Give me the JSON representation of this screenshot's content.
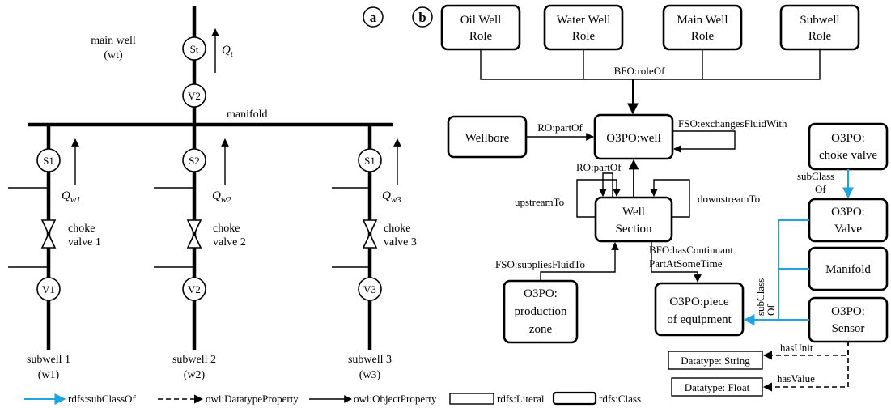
{
  "panel_a": {
    "badge": "a",
    "main_well": "main well",
    "main_well_id": "(wt)",
    "manifold": "manifold",
    "flow_main": "Q",
    "flow_main_sub": "t",
    "valve_top": "V2",
    "sensor_top": "St",
    "subwells": [
      {
        "sensor": "S1",
        "flow": "Q",
        "flow_sub": "w1",
        "choke_l1": "choke",
        "choke_l2": "valve 1",
        "valve": "V1",
        "name": "subwell 1",
        "id": "(w1)"
      },
      {
        "sensor": "S2",
        "flow": "Q",
        "flow_sub": "w2",
        "choke_l1": "choke",
        "choke_l2": "valve 2",
        "valve": "V2",
        "name": "subwell 2",
        "id": "(w2)"
      },
      {
        "sensor": "S1",
        "flow": "Q",
        "flow_sub": "w3",
        "choke_l1": "choke",
        "choke_l2": "valve 3",
        "valve": "V3",
        "name": "subwell 3",
        "id": "(w3)"
      }
    ]
  },
  "panel_b": {
    "badge": "b",
    "roles": [
      {
        "l1": "Oil Well",
        "l2": "Role"
      },
      {
        "l1": "Water  Well",
        "l2": "Role"
      },
      {
        "l1": "Main Well",
        "l2": "Role"
      },
      {
        "l1": "Subwell",
        "l2": "Role"
      }
    ],
    "edges": {
      "role_of": "BFO:roleOf",
      "part_of_1": "RO:partOf",
      "exchanges": "FSO:exchangesFluidWith",
      "part_of_2": "RO:partOf",
      "upstream": "upstreamTo",
      "downstream": "downstreamTo",
      "supplies": "FSO:suppliesFluidTo",
      "continuant_l1": "BFO:hasContinuant",
      "continuant_l2": "PartAtSomeTime",
      "subclass_1_l1": "subClass",
      "subclass_1_l2": "Of",
      "subclass_2_l1": "subClass",
      "subclass_2_l2": "Of",
      "has_unit": "hasUnit",
      "has_value": "hasValue"
    },
    "nodes": {
      "wellbore": "Wellbore",
      "well": "O3PO:well",
      "section_l1": "Well",
      "section_l2": "Section",
      "zone_l1": "O3PO:",
      "zone_l2": "production",
      "zone_l3": "zone",
      "equip_l1": "O3PO:piece",
      "equip_l2": "of equipment",
      "choke_l1": "O3PO:",
      "choke_l2": "choke valve",
      "valve_l1": "O3PO:",
      "valve_l2": "Valve",
      "manifold": "Manifold",
      "sensor_l1": "O3PO:",
      "sensor_l2": "Sensor",
      "dt_string": "Datatype:  String",
      "dt_float": "Datatype:  Float"
    }
  },
  "legend": {
    "subclass": "rdfs:subClassOf",
    "datatype": "owl:DatatypeProperty",
    "object": "owl:ObjectProperty",
    "literal": "rdfs:Literal",
    "class": "rdfs:Class"
  },
  "colors": {
    "subclass_arrow": "#1fa4e0",
    "line": "#000000"
  }
}
